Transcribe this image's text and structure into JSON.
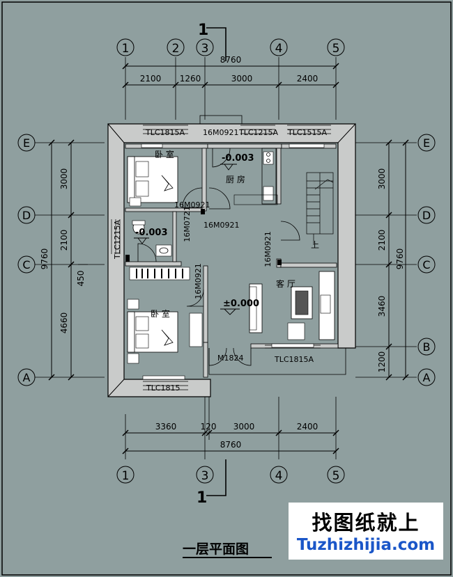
{
  "drawing": {
    "title": "一层平面图",
    "section_mark": "1",
    "axes_top": [
      "1",
      "2",
      "3",
      "4",
      "5"
    ],
    "axes_bottom": [
      "1",
      "3",
      "4",
      "5"
    ],
    "axes_rows": [
      "E",
      "D",
      "C",
      "B",
      "A"
    ],
    "dims_top_total": "8760",
    "dims_top_segments": [
      "2100",
      "1260",
      "3000",
      "2400"
    ],
    "dims_bottom_segments": [
      "3360",
      "120",
      "3000",
      "2400"
    ],
    "dims_bottom_total": "8760",
    "dims_left_segments": [
      "3000",
      "2100",
      "4660"
    ],
    "dims_left_total": "9760",
    "dims_left_offset": "450",
    "dims_right_segments": [
      "3000",
      "2100",
      "3460",
      "1200"
    ],
    "dims_right_total": "9760",
    "windows": [
      "TLC1815A",
      "TLC1215A",
      "TLC1515A",
      "TLC1215A",
      "TLC1815A",
      "TLC1815"
    ],
    "doors": [
      "16M0921",
      "16M0921",
      "16M0721",
      "16M0921",
      "16M0921",
      "16M0921",
      "M1824"
    ],
    "rooms": {
      "bedroom_top": "卧 室",
      "kitchen": "厨 房",
      "bedroom_bottom": "卧 室",
      "living": "客 厅",
      "stair": "上"
    },
    "levels": [
      "-0.003",
      "-0.003",
      "±0.000"
    ]
  },
  "watermark": {
    "cn": "找图纸就上",
    "url": "Tuzhizhijia.com"
  }
}
